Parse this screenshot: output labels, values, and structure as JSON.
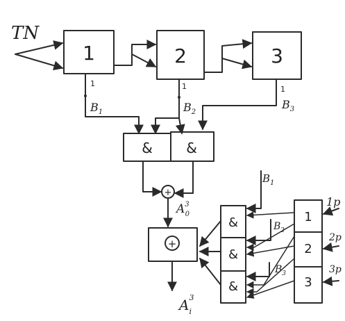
{
  "diagram": {
    "input_label": "TN",
    "top_blocks": [
      "1",
      "2",
      "3"
    ],
    "top_outputs": [
      {
        "pin": "1",
        "signal_base": "B",
        "signal_sub": "1"
      },
      {
        "pin": "1",
        "signal_base": "B",
        "signal_sub": "2"
      },
      {
        "pin": "1",
        "signal_base": "B",
        "signal_sub": "3"
      }
    ],
    "and_gate": "&",
    "xor_gate": "+",
    "mid_output": {
      "base": "A",
      "sup": "3",
      "sub": "0"
    },
    "final_output": {
      "base": "A",
      "sup": "3",
      "sub": "i"
    },
    "right_blocks": [
      "1",
      "2",
      "3"
    ],
    "right_inputs": [
      "1p",
      "2p",
      "3p"
    ],
    "side_inputs": [
      {
        "base": "B",
        "sub": "1"
      },
      {
        "base": "B",
        "sub": "2"
      },
      {
        "base": "B",
        "sub": "3"
      }
    ]
  }
}
